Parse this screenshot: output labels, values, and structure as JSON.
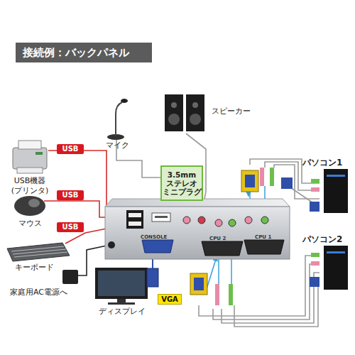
{
  "diagram": {
    "title": "接続例：バックパネル",
    "nodes": [
      {
        "text": [
          "USB"
        ]
      },
      {
        "text": [
          "3.5mm ステレオ ミニプラグ"
        ]
      },
      {
        "text": [
          "USB"
        ]
      },
      {
        "text": [
          "CONSOLE",
          "CPU 2",
          "CPU 1"
        ]
      },
      {
        "text": [
          "USB"
        ]
      },
      {
        "text": [
          "VGA"
        ]
      }
    ],
    "labels": [
      "マイク",
      "スピーカー",
      "パソコン1",
      "USB機器 (プリンタ)",
      "マウス",
      "パソコン2",
      "キーボード",
      "家庭用AC電源へ",
      "ディスプレイ"
    ]
  }
}
